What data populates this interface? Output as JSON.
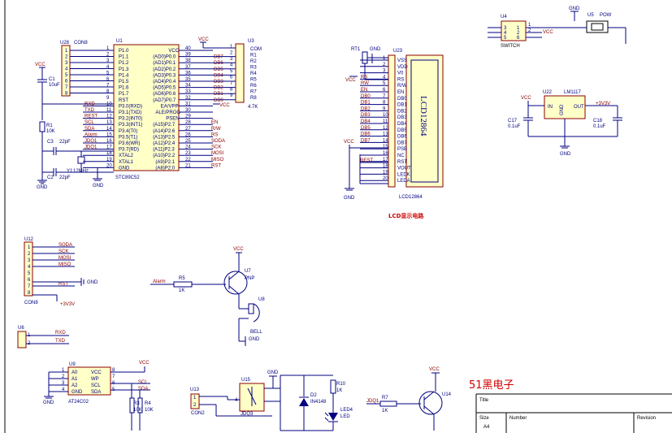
{
  "u28": {
    "ref": "U28",
    "name": "CON8"
  },
  "u1": {
    "ref": "U1",
    "name": "STC89C52",
    "left_pins": [
      "P1.0",
      "P1.1",
      "P1.2",
      "P1.3",
      "P1.4",
      "P1.5",
      "P1.6",
      "P1.7",
      "RST",
      "P3.0(RXD)",
      "P3.1(TXD)",
      "P3.2(INT0)",
      "P3.3(INT1)",
      "P3.4(T0)",
      "P3.5(T1)",
      "P3.6(WR)",
      "P3.7(RD)",
      "XTAL2",
      "XTAL1",
      "GND"
    ],
    "right_pins": [
      "VCC",
      "(AD0)P0.0",
      "(AD1)P0.1",
      "(AD2)P0.2",
      "(AD3)P0.3",
      "(AD4)P0.4",
      "(AD5)P0.5",
      "(AD6)P0.6",
      "(AD7)P0.7",
      "EA/VPP",
      "ALE/PROG",
      "PSEN",
      "(A15)P2.7",
      "(A14)P2.6",
      "(A13)P2.5",
      "(A12)P2.4",
      "(A11)P2.3",
      "(A10)P2.2",
      "(A9)P2.1",
      "(A8)P2.0"
    ],
    "left_nums": [
      "1",
      "2",
      "3",
      "4",
      "5",
      "6",
      "7",
      "8",
      "9",
      "10",
      "11",
      "12",
      "13",
      "14",
      "15",
      "16",
      "17",
      "18",
      "19",
      "20"
    ],
    "right_nums": [
      "40",
      "39",
      "38",
      "37",
      "36",
      "35",
      "34",
      "33",
      "32",
      "31",
      "30",
      "29",
      "28",
      "27",
      "26",
      "25",
      "24",
      "23",
      "22",
      "21"
    ],
    "left_nets": [
      "RXD",
      "TXD",
      "REST",
      "SCL",
      "SDA",
      "Alarm",
      "JDQ1",
      "JDQ1"
    ],
    "right_nets": [
      "DB7",
      "DB6",
      "DB5",
      "DB4",
      "DB3",
      "DB2",
      "DB1",
      "DB0"
    ],
    "p2_nets": [
      "EN",
      "R/W",
      "RS",
      "SODA",
      "SCK",
      "MOSI",
      "MISO",
      "RST"
    ]
  },
  "u3": {
    "ref": "U3",
    "value": "4.7K",
    "pins": [
      "COM",
      "R1",
      "R2",
      "R3",
      "R4",
      "R5",
      "R6",
      "R7",
      "R8"
    ],
    "nums": [
      "1",
      "2",
      "3",
      "4",
      "5",
      "6",
      "7",
      "8",
      "9"
    ]
  },
  "power": {
    "vcc": "VCC",
    "gnd": "GND",
    "v33": "+3V3V"
  },
  "c1": {
    "ref": "C1",
    "value": "10uF"
  },
  "r1": {
    "ref": "R1",
    "value": "10K"
  },
  "c3": {
    "ref": "C3",
    "value": "22pF"
  },
  "c2": {
    "ref": "C2",
    "value": "22pF"
  },
  "y1": {
    "ref": "Y1",
    "value": "12MHz"
  },
  "u4": {
    "ref": "U4",
    "name": "SWITCH"
  },
  "u5": {
    "ref": "U5",
    "name": "POW"
  },
  "rt1": {
    "ref": "RT1"
  },
  "u23": {
    "ref": "U23",
    "name": "LCD12864",
    "label": "LCD12864",
    "pins": [
      "VSS",
      "VDD",
      "V0",
      "RS",
      "R/W",
      "EN",
      "DB0",
      "DB1",
      "DB2",
      "DB3",
      "DB4",
      "DB5",
      "DB6",
      "DB7",
      "PSB",
      "NC",
      "RST",
      "VOUT",
      "LEDK",
      "LEDA"
    ],
    "nets": [
      "RS",
      "RW",
      "EN",
      "DB0",
      "DB1",
      "DB2",
      "DB3",
      "DB4",
      "DB5",
      "DB6",
      "DB7"
    ],
    "rest_net": "REST",
    "caption": "LCD显示电路"
  },
  "u22": {
    "ref": "U22",
    "name": "LM1117",
    "in": "IN",
    "gnd": "GND",
    "out": "OUT"
  },
  "c17": {
    "ref": "C17",
    "value": "0.1uF"
  },
  "c18": {
    "ref": "C18",
    "value": "0.1uF"
  },
  "u12": {
    "ref": "U12",
    "name": "CON8",
    "nets": [
      "SODA",
      "SCK",
      "MOSI",
      "MISO",
      "RST"
    ]
  },
  "u7": {
    "ref": "U7",
    "type": "PNP"
  },
  "r5": {
    "ref": "R5",
    "value": "1K",
    "net": "Alarm"
  },
  "u8": {
    "ref": "U8",
    "name": "BELL"
  },
  "u6": {
    "ref": "U6",
    "nets": [
      "RXD",
      "TXD"
    ]
  },
  "u9": {
    "ref": "U9",
    "name": "AT24C02",
    "left": [
      "A0",
      "A1",
      "A2",
      "GND"
    ],
    "right": [
      "VCC",
      "WP",
      "SCL",
      "SDA"
    ],
    "nums_l": [
      "1",
      "2",
      "3",
      "4"
    ],
    "nums_r": [
      "8",
      "7",
      "6",
      "5"
    ],
    "nets": [
      "SCL",
      "SDA"
    ]
  },
  "r3": {
    "ref": "R3",
    "value": "10K"
  },
  "r4": {
    "ref": "R4",
    "value": "10K"
  },
  "u13": {
    "ref": "U13",
    "name": "CON2"
  },
  "u15": {
    "ref": "U15",
    "name": "JDQ3"
  },
  "d2": {
    "ref": "D2",
    "value": "IN4148"
  },
  "r10": {
    "ref": "R10",
    "value": "1K"
  },
  "led4": {
    "ref": "LED4",
    "value": "LED"
  },
  "r7": {
    "ref": "R7",
    "value": "1K",
    "net": "JDQ1"
  },
  "u14": {
    "ref": "U14"
  },
  "brand": "51黑电子",
  "titleblock": {
    "title": "Title",
    "size": "Size",
    "size_val": "A4",
    "number": "Number",
    "revision": "Revision"
  }
}
